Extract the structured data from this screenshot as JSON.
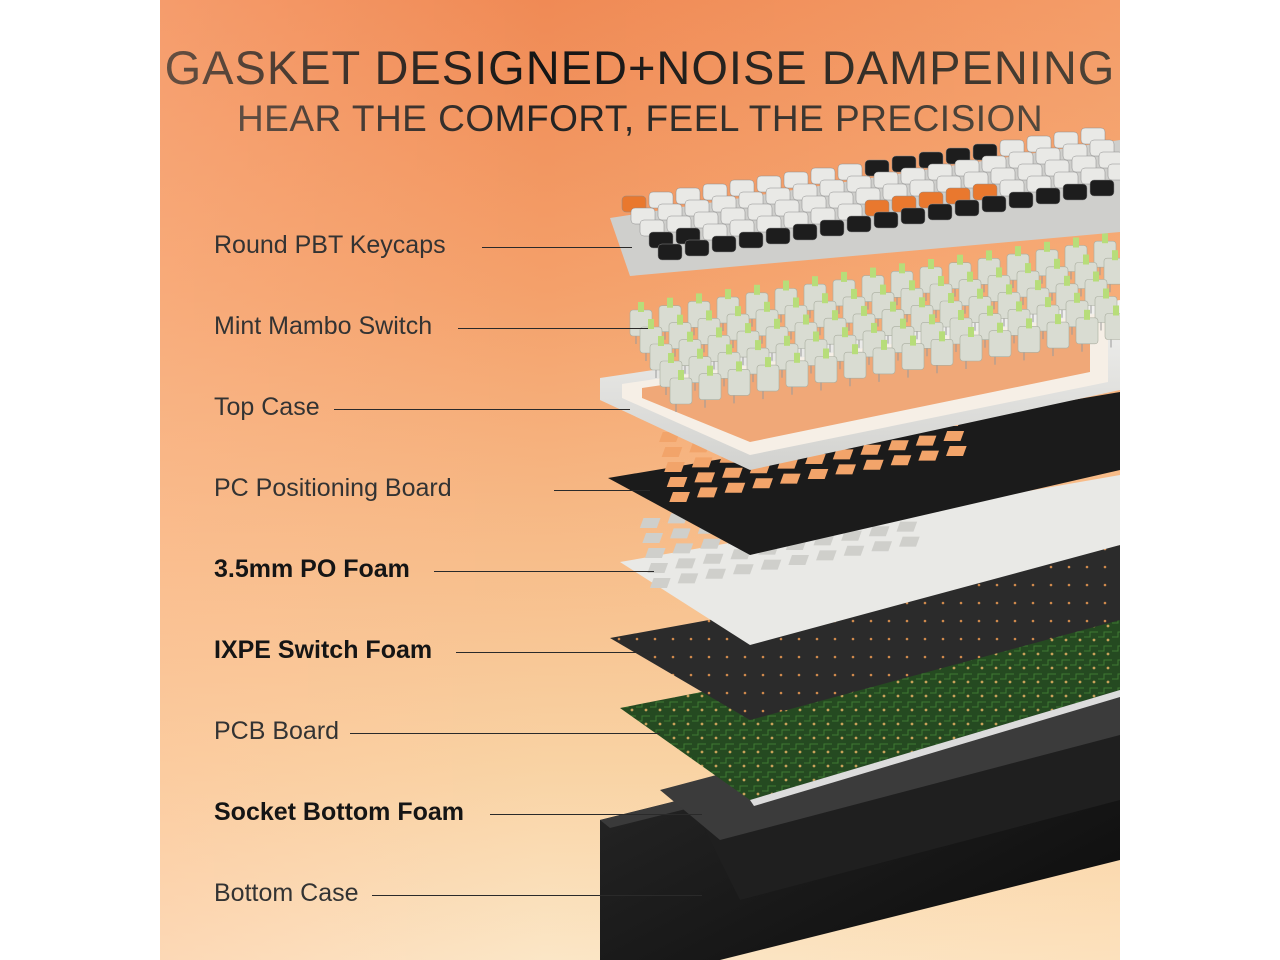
{
  "header": {
    "title": "GASKET DESIGNED+NOISE DAMPENING",
    "subtitle": "HEAR THE COMFORT, FEEL THE PRECISION"
  },
  "layers": [
    {
      "label": "Round PBT Keycaps",
      "bold": false
    },
    {
      "label": "Mint Mambo Switch",
      "bold": false
    },
    {
      "label": "Top Case",
      "bold": false
    },
    {
      "label": "PC Positioning Board",
      "bold": false
    },
    {
      "label": "3.5mm PO Foam",
      "bold": true
    },
    {
      "label": "IXPE Switch Foam",
      "bold": true
    },
    {
      "label": "PCB Board",
      "bold": false
    },
    {
      "label": "Socket Bottom Foam",
      "bold": true
    },
    {
      "label": "Bottom Case",
      "bold": false
    }
  ],
  "colors": {
    "keycap_white": "#e9e9e6",
    "keycap_black": "#1d1d1d",
    "keycap_orange": "#e9782e",
    "switch_mint": "#b7dd7a",
    "switch_housing": "#d9dcd2",
    "top_case": "#e4e4e2",
    "plate_black": "#1c1c1c",
    "foam_white": "#e8e8e6",
    "ixpe_dark": "#2a2a2a",
    "pcb_green": "#24421f",
    "bottom_case": "#141414"
  }
}
